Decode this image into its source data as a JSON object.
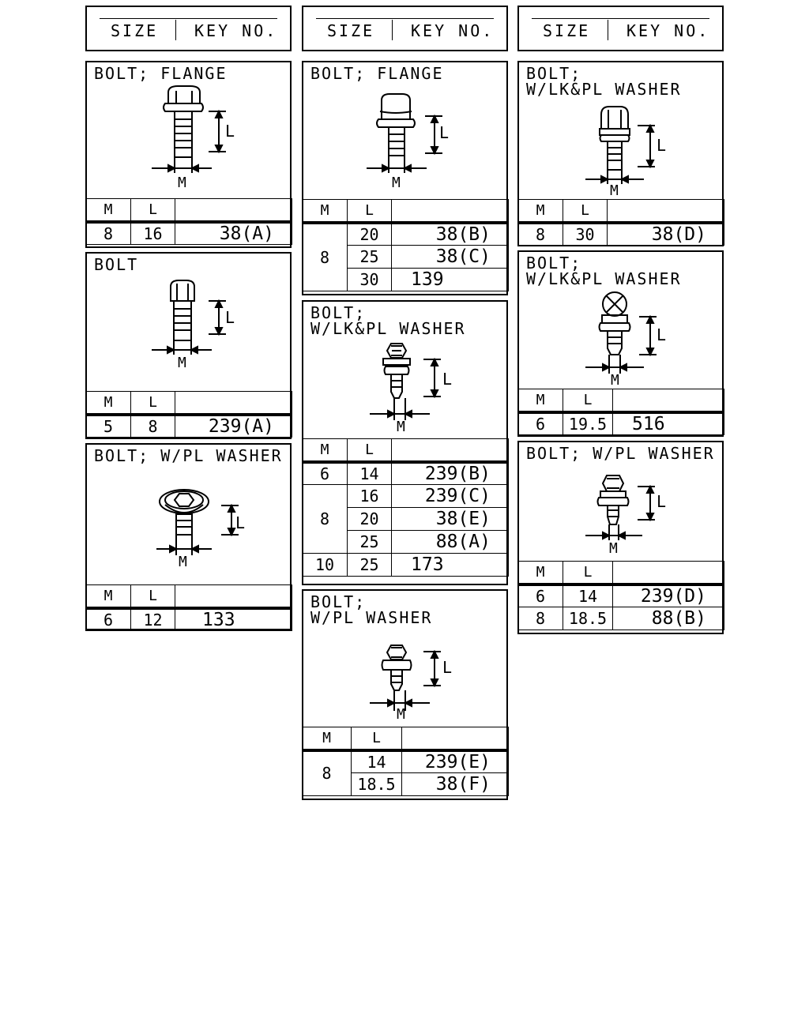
{
  "header": {
    "size_label": "SIZE",
    "key_label": "KEY NO."
  },
  "table_labels": {
    "m": "M",
    "l": "L"
  },
  "dim_labels": {
    "l": "L",
    "m": "M"
  },
  "panels": {
    "c1_flange": {
      "title": "BOLT; FLANGE",
      "rows": [
        [
          "8",
          "16",
          "38(A)"
        ]
      ]
    },
    "c1_bolt": {
      "title": "BOLT",
      "rows": [
        [
          "5",
          "8",
          "239(A)"
        ]
      ]
    },
    "c1_plwasher": {
      "title": "BOLT; W/PL WASHER",
      "rows": [
        [
          "6",
          "12",
          "133"
        ]
      ]
    },
    "c2_flange": {
      "title": "BOLT; FLANGE",
      "m": "8",
      "rows": [
        [
          "20",
          "38(B)"
        ],
        [
          "25",
          "38(C)"
        ],
        [
          "30",
          "139"
        ]
      ]
    },
    "c2_lkpl": {
      "title": "BOLT;\nW/LK&PL WASHER",
      "rows": [
        [
          "6",
          "14",
          "239(B)"
        ],
        [
          "8",
          "16",
          "239(C)"
        ],
        [
          "",
          "20",
          "38(E)"
        ],
        [
          "",
          "25",
          "88(A)"
        ],
        [
          "10",
          "25",
          "173"
        ]
      ]
    },
    "c2_plwasher": {
      "title": "BOLT;\nW/PL WASHER",
      "m": "8",
      "rows": [
        [
          "14",
          "239(E)"
        ],
        [
          "18.5",
          "38(F)"
        ]
      ]
    },
    "c3_lkpl_a": {
      "title": "BOLT;\nW/LK&PL WASHER",
      "rows": [
        [
          "8",
          "30",
          "38(D)"
        ]
      ]
    },
    "c3_lkpl_b": {
      "title": "BOLT;\nW/LK&PL WASHER",
      "rows": [
        [
          "6",
          "19.5",
          "516"
        ]
      ]
    },
    "c3_plwasher": {
      "title": "BOLT; W/PL WASHER",
      "rows": [
        [
          "6",
          "14",
          "239(D)"
        ],
        [
          "8",
          "18.5",
          "88(B)"
        ]
      ]
    }
  }
}
